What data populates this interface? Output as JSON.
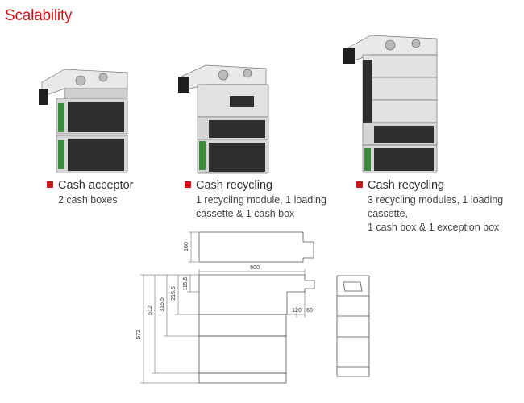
{
  "title": "Scalability",
  "configurations": [
    {
      "heading": "Cash acceptor",
      "desc_lines": [
        "2 cash boxes"
      ]
    },
    {
      "heading": "Cash recycling",
      "desc_lines": [
        "1 recycling module, 1 loading",
        "cassette & 1 cash box"
      ]
    },
    {
      "heading": "Cash recycling",
      "desc_lines": [
        "3 recycling modules, 1 loading cassette,",
        "1 cash box & 1 exception box"
      ]
    }
  ],
  "dimensions": {
    "top_height": "160",
    "width": "600",
    "heights": [
      "572",
      "512",
      "315,5",
      "215,5",
      "115,5"
    ],
    "bottom_offsets": [
      "120",
      "60"
    ]
  },
  "colors": {
    "accent": "#d3131a",
    "module_dark": "#2e2e2e",
    "metal": "#d6d6d6",
    "pcb_green": "#3c8a3c"
  }
}
